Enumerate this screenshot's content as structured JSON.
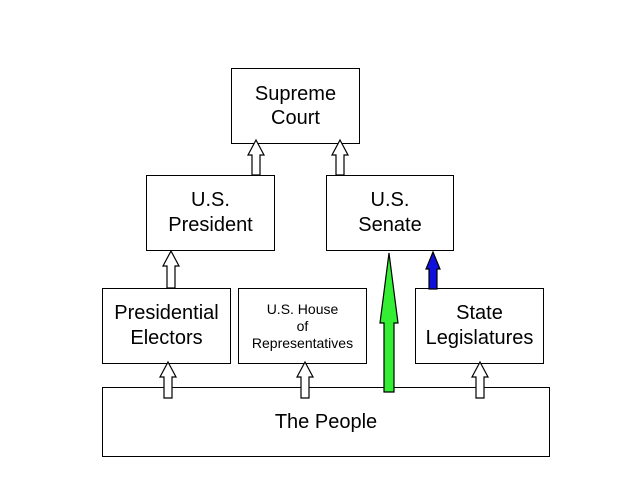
{
  "boxes": {
    "supreme_court": "Supreme\nCourt",
    "president": "U.S.\nPresident",
    "senate": "U.S.\nSenate",
    "electors": "Presidential\nElectors",
    "house": "U.S. House\nof\nRepresentatives",
    "legislatures": "State\nLegislatures",
    "people": "The People"
  },
  "colors": {
    "senate_direct_election_arrow": "#33ee33",
    "senate_legislature_arrow": "#1010dd",
    "default_arrow": "#ffffff"
  }
}
